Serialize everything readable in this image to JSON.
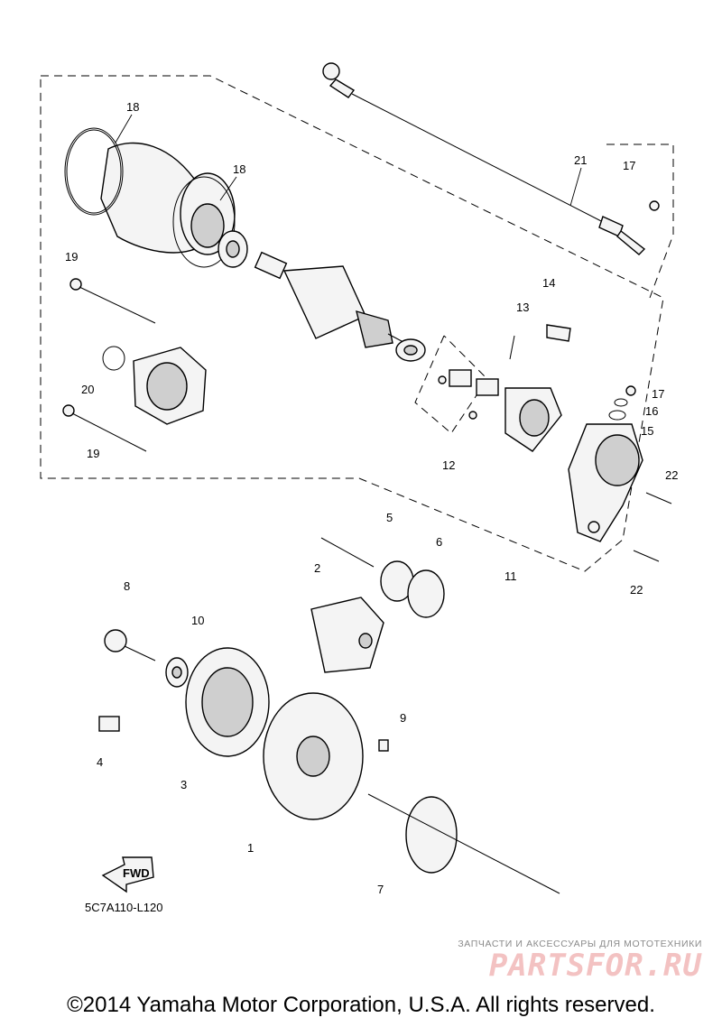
{
  "diagram": {
    "code": "5C7A110-L120",
    "fwd_label": "FWD",
    "callouts": [
      "18",
      "18",
      "19",
      "20",
      "19",
      "21",
      "17",
      "14",
      "13",
      "17",
      "16",
      "15",
      "12",
      "22",
      "22",
      "11",
      "5",
      "6",
      "2",
      "8",
      "10",
      "4",
      "3",
      "1",
      "9",
      "7"
    ]
  },
  "watermark": {
    "caption": "ЗАПЧАСТИ И АКСЕССУАРЫ ДЛЯ МОТОТЕХНИКИ",
    "logo": "PARTSFOR.RU"
  },
  "footer": {
    "copyright": "©2014 Yamaha Motor Corporation, U.S.A. All rights reserved."
  },
  "colors": {
    "ink": "#000000",
    "watermark": "#f3c2c2",
    "caption": "#8a8a8a"
  }
}
